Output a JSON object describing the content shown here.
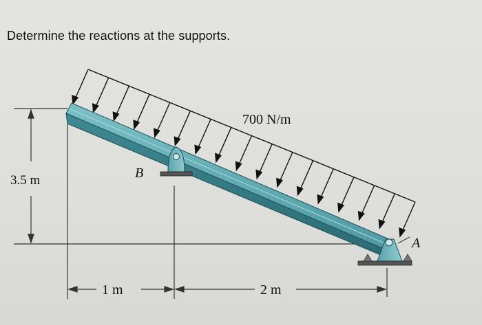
{
  "question": "Determine the reactions at the supports.",
  "load_label": "700 N/m",
  "height_label": "3.5 m",
  "support_b_label": "B",
  "support_a_label": "A",
  "dim_left_label": "1 m",
  "dim_right_label": "2 m"
}
